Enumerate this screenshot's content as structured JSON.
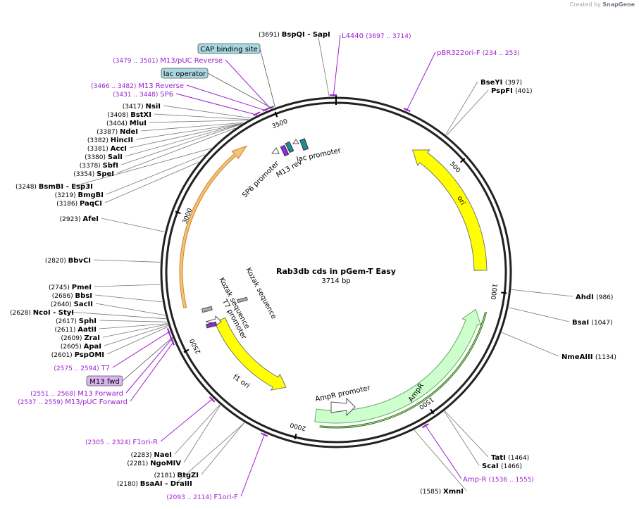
{
  "watermark": {
    "prefix": "Created by",
    "brand": "SnapGene"
  },
  "plasmid": {
    "name": "Rab3db cds in pGem-T Easy",
    "length_label": "3714 bp",
    "length": 3714
  },
  "colors": {
    "backbone": "#222222",
    "enzyme_line": "#777777",
    "primer": "#9b1fcf",
    "ori": "#ffff00",
    "ampr": "#ccffcc",
    "ampr_promoter": "#ffffff",
    "f1ori": "#ffff00",
    "lac_operator_box": "#a8d8e0",
    "m13fwd_box": "#dcb4f0",
    "cap_box": "#a8d8e0",
    "promoter_teal": "#1f8a9a",
    "sp6_purple": "#8a2be2"
  },
  "ticks": [
    {
      "bp": 500,
      "label": "500"
    },
    {
      "bp": 1000,
      "label": "1000"
    },
    {
      "bp": 1500,
      "label": "1500"
    },
    {
      "bp": 2000,
      "label": "2000"
    },
    {
      "bp": 2500,
      "label": "2500"
    },
    {
      "bp": 3000,
      "label": "3000"
    },
    {
      "bp": 3500,
      "label": "3500"
    }
  ],
  "features": [
    {
      "name": "ori",
      "label": "ori",
      "start": 330,
      "end": 920,
      "dir": -1,
      "type": "ori"
    },
    {
      "name": "AmpR",
      "label": "AmpR",
      "start": 1081,
      "end": 1941,
      "dir": -1,
      "type": "ampr"
    },
    {
      "name": "AmpR promoter",
      "label": "AmpR promoter",
      "start": 1942,
      "end": 2046,
      "dir": -1,
      "type": "promoter"
    },
    {
      "name": "f1 ori",
      "label": "f1 ori",
      "start": 2100,
      "end": 2556,
      "dir": -1,
      "type": "f1ori"
    },
    {
      "name": "orange",
      "label": "",
      "start": 2650,
      "end": 3350,
      "dir": 1,
      "type": "orange"
    }
  ],
  "inner_labels": [
    {
      "text": "T7 promoter"
    },
    {
      "text": "Kozak sequence"
    },
    {
      "text": "Kozak sequence"
    },
    {
      "text": "SP6 promoter"
    },
    {
      "text": "M13 rev"
    },
    {
      "text": "lac promoter"
    }
  ],
  "sites": [
    {
      "pos": "(3691)",
      "name": "BspQI",
      "extra": " - SapI",
      "bp": 3691,
      "side": "top"
    },
    {
      "pos": "(397)",
      "name": "BseYI",
      "extra": "",
      "bp": 397,
      "side": "right"
    },
    {
      "pos": "(401)",
      "name": "PspFI",
      "extra": "",
      "bp": 401,
      "side": "right"
    },
    {
      "pos": "(986)",
      "name": "AhdI",
      "extra": "",
      "bp": 986,
      "side": "right"
    },
    {
      "pos": "(1047)",
      "name": "BsaI",
      "extra": "",
      "bp": 1047,
      "side": "right"
    },
    {
      "pos": "(1134)",
      "name": "NmeAIII",
      "extra": "",
      "bp": 1134,
      "side": "right"
    },
    {
      "pos": "(1464)",
      "name": "TatI",
      "extra": "",
      "bp": 1464,
      "side": "right"
    },
    {
      "pos": "(1466)",
      "name": "ScaI",
      "extra": "",
      "bp": 1466,
      "side": "right"
    },
    {
      "pos": "(1585)",
      "name": "XmnI",
      "extra": "",
      "bp": 1585,
      "side": "right"
    },
    {
      "pos": "(3417)",
      "name": "NsiI",
      "extra": "",
      "bp": 3417,
      "side": "left"
    },
    {
      "pos": "(3408)",
      "name": "BstXI",
      "extra": "",
      "bp": 3408,
      "side": "left"
    },
    {
      "pos": "(3404)",
      "name": "MluI",
      "extra": "",
      "bp": 3404,
      "side": "left"
    },
    {
      "pos": "(3387)",
      "name": "NdeI",
      "extra": "",
      "bp": 3387,
      "side": "left"
    },
    {
      "pos": "(3382)",
      "name": "HincII",
      "extra": "",
      "bp": 3382,
      "side": "left"
    },
    {
      "pos": "(3381)",
      "name": "AccI",
      "extra": "",
      "bp": 3381,
      "side": "left"
    },
    {
      "pos": "(3380)",
      "name": "SalI",
      "extra": "",
      "bp": 3380,
      "side": "left"
    },
    {
      "pos": "(3378)",
      "name": "SbfI",
      "extra": "",
      "bp": 3378,
      "side": "left"
    },
    {
      "pos": "(3354)",
      "name": "SpeI",
      "extra": "",
      "bp": 3354,
      "side": "left"
    },
    {
      "pos": "(3248)",
      "name": "BsmBI",
      "extra": " - Esp3I",
      "bp": 3248,
      "side": "left"
    },
    {
      "pos": "(3219)",
      "name": "BmgBI",
      "extra": "",
      "bp": 3219,
      "side": "left"
    },
    {
      "pos": "(3186)",
      "name": "PaqCI",
      "extra": "",
      "bp": 3186,
      "side": "left"
    },
    {
      "pos": "(2923)",
      "name": "AfeI",
      "extra": "",
      "bp": 2923,
      "side": "left"
    },
    {
      "pos": "(2820)",
      "name": "BbvCI",
      "extra": "",
      "bp": 2820,
      "side": "left"
    },
    {
      "pos": "(2745)",
      "name": "PmeI",
      "extra": "",
      "bp": 2745,
      "side": "left"
    },
    {
      "pos": "(2686)",
      "name": "BbsI",
      "extra": "",
      "bp": 2686,
      "side": "left"
    },
    {
      "pos": "(2640)",
      "name": "SacII",
      "extra": "",
      "bp": 2640,
      "side": "left"
    },
    {
      "pos": "(2628)",
      "name": "NcoI",
      "extra": " - StyI",
      "bp": 2628,
      "side": "left"
    },
    {
      "pos": "(2617)",
      "name": "SphI",
      "extra": "",
      "bp": 2617,
      "side": "left"
    },
    {
      "pos": "(2611)",
      "name": "AatII",
      "extra": "",
      "bp": 2611,
      "side": "left"
    },
    {
      "pos": "(2609)",
      "name": "ZraI",
      "extra": "",
      "bp": 2609,
      "side": "left"
    },
    {
      "pos": "(2605)",
      "name": "ApaI",
      "extra": "",
      "bp": 2605,
      "side": "left"
    },
    {
      "pos": "(2601)",
      "name": "PspOMI",
      "extra": "",
      "bp": 2601,
      "side": "left"
    },
    {
      "pos": "(2283)",
      "name": "NaeI",
      "extra": "",
      "bp": 2283,
      "side": "bottom"
    },
    {
      "pos": "(2281)",
      "name": "NgoMIV",
      "extra": "",
      "bp": 2281,
      "side": "bottom"
    },
    {
      "pos": "(2181)",
      "name": "BtgZI",
      "extra": "",
      "bp": 2181,
      "side": "bottom"
    },
    {
      "pos": "(2180)",
      "name": "BsaAI",
      "extra": " - DraIII",
      "bp": 2180,
      "side": "bottom"
    }
  ],
  "primers": [
    {
      "name": "L4440",
      "range": "(3697 .. 3714)",
      "bp": 3705
    },
    {
      "name": "pBR322ori-F",
      "range": "(234 .. 253)",
      "bp": 243
    },
    {
      "name": "M13/pUC Reverse",
      "range": "(3479 .. 3501)",
      "bp": 3490
    },
    {
      "name": "M13 Reverse",
      "range": "(3466 .. 3482)",
      "bp": 3474
    },
    {
      "name": "SP6",
      "range": "(3431 .. 3448)",
      "bp": 3440
    },
    {
      "name": "T7",
      "range": "(2575 .. 2594)",
      "bp": 2584
    },
    {
      "name": "M13 Forward",
      "range": "(2551 .. 2568)",
      "bp": 2560
    },
    {
      "name": "M13/pUC Forward",
      "range": "(2537 .. 2559)",
      "bp": 2548
    },
    {
      "name": "F1ori-R",
      "range": "(2305 .. 2324)",
      "bp": 2314
    },
    {
      "name": "F1ori-F",
      "range": "(2093 .. 2114)",
      "bp": 2103
    },
    {
      "name": "Amp-R",
      "range": "(1536 .. 1555)",
      "bp": 1545
    }
  ],
  "boxed": [
    {
      "label": "CAP binding site"
    },
    {
      "label": "lac operator"
    },
    {
      "label": "M13 fwd"
    }
  ]
}
